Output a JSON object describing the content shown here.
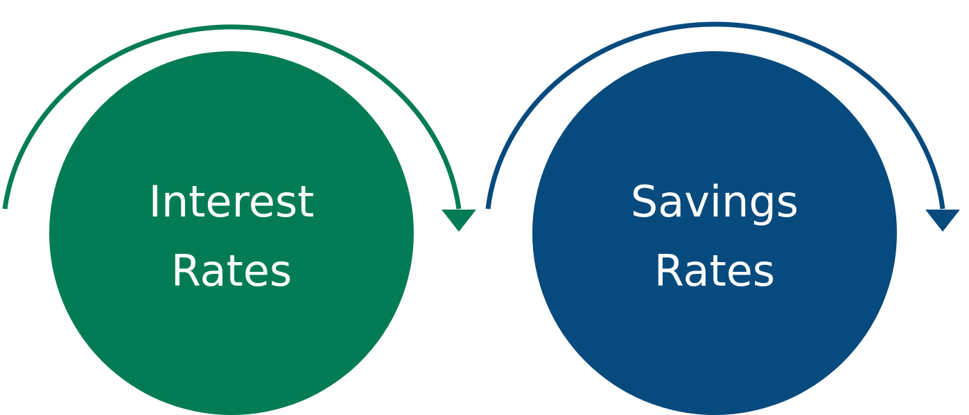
{
  "nodes": [
    {
      "id": "interest",
      "lines": [
        "Interest",
        "Rates"
      ],
      "color": "#037c55"
    },
    {
      "id": "savings",
      "lines": [
        "Savings",
        "Rates"
      ],
      "color": "#074a7d"
    }
  ],
  "arrows": [
    {
      "id": "interest-arrow",
      "color": "#037c55"
    },
    {
      "id": "savings-arrow",
      "color": "#074a7d"
    }
  ]
}
